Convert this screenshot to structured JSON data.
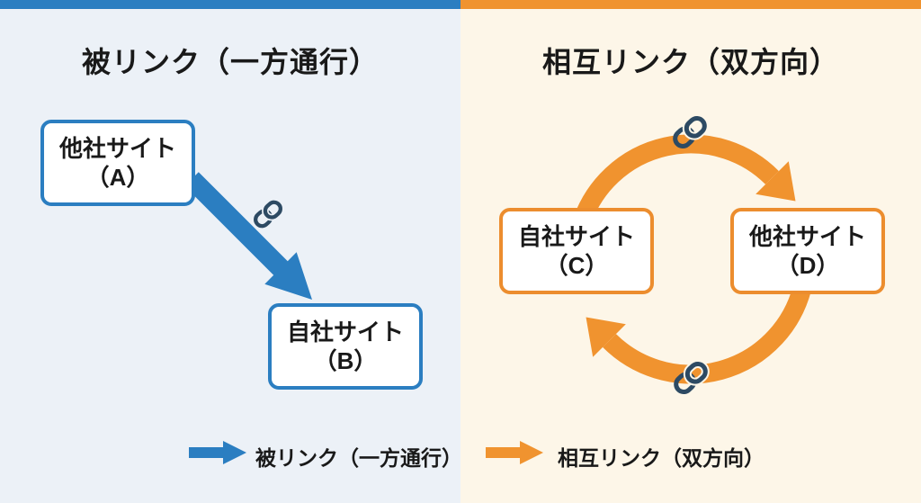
{
  "colors": {
    "blue": "#2b7ec1",
    "orange": "#f0932f",
    "orange_border": "#ec8d2e",
    "chain": "#2d4a63",
    "left_bg": "#ecf1f7",
    "right_bg": "#fdf6e8",
    "box_bg": "#ffffff",
    "text": "#191919"
  },
  "left_panel": {
    "title": "被リンク（一方通行）",
    "box_a": {
      "line1": "他社サイト",
      "line2": "（A）"
    },
    "box_b": {
      "line1": "自社サイト",
      "line2": "（B）"
    }
  },
  "right_panel": {
    "title": "相互リンク（双方向）",
    "box_c": {
      "line1": "自社サイト",
      "line2": "（C）"
    },
    "box_d": {
      "line1": "他社サイト",
      "line2": "（D）"
    }
  },
  "legend": {
    "one_way_label": "被リンク（一方通行）",
    "mutual_label": "相互リンク（双方向）"
  },
  "icons": {
    "chain": "chain-link-icon"
  }
}
